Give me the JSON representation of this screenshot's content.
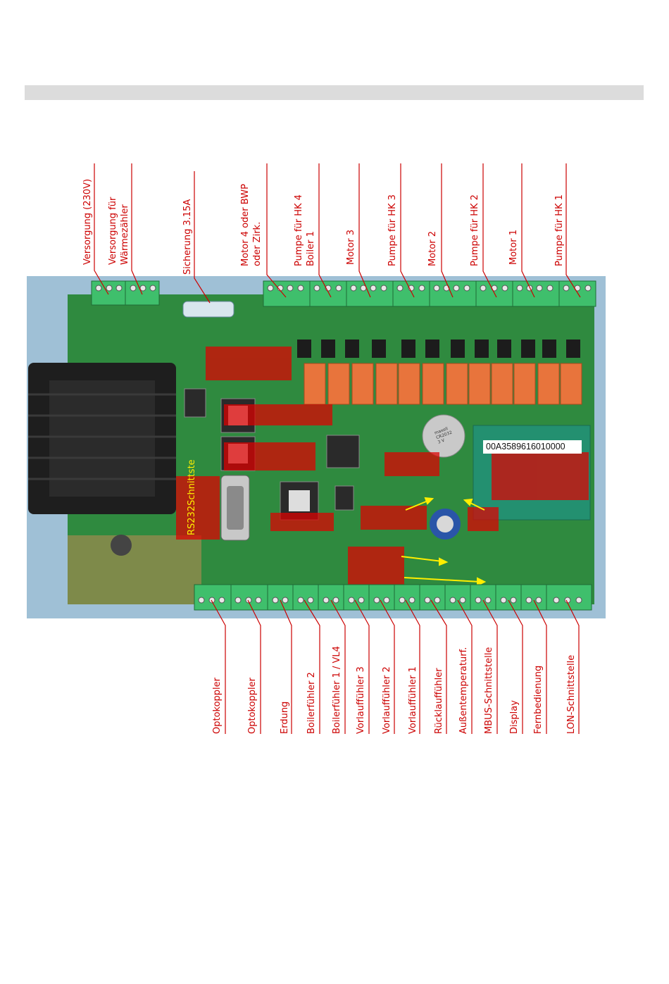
{
  "top_labels": [
    {
      "id": "versorgung-230v",
      "lines": [
        "Versorgung (230V)"
      ]
    },
    {
      "id": "versorgung-waermezaehler",
      "lines": [
        "Versorgung für",
        "Wärmezähler"
      ]
    },
    {
      "id": "sicherung",
      "lines": [
        "Sicherung 3.15A"
      ]
    },
    {
      "id": "motor4-bwp",
      "lines": [
        "Motor 4 oder BWP",
        "oder Zirk."
      ]
    },
    {
      "id": "pumpe-hk4-boiler1",
      "lines": [
        "Pumpe für HK 4",
        "Boiler 1"
      ]
    },
    {
      "id": "motor3",
      "lines": [
        "Motor 3"
      ]
    },
    {
      "id": "pumpe-hk3",
      "lines": [
        "Pumpe für HK 3"
      ]
    },
    {
      "id": "motor2",
      "lines": [
        "Motor 2"
      ]
    },
    {
      "id": "pumpe-hk2",
      "lines": [
        "Pumpe für HK 2"
      ]
    },
    {
      "id": "motor1",
      "lines": [
        "Motor 1"
      ]
    },
    {
      "id": "pumpe-hk1",
      "lines": [
        "Pumpe für HK 1"
      ]
    }
  ],
  "bottom_labels": [
    {
      "id": "optokoppler-1",
      "text": "Optokoppler"
    },
    {
      "id": "optokoppler-2",
      "text": "Optokoppler"
    },
    {
      "id": "erdung",
      "text": "Erdung"
    },
    {
      "id": "boilerfuehler-2",
      "text": "Boilerfühler 2"
    },
    {
      "id": "boilerfuehler-1-vl4",
      "text": "Boilerfühler 1 / VL4"
    },
    {
      "id": "vorlauffuehler-3",
      "text": "Vorlauffühler 3"
    },
    {
      "id": "vorlauffuehler-2",
      "text": "Vorlauffühler 2"
    },
    {
      "id": "vorlauffuehler-1",
      "text": "Vorlauffühler 1"
    },
    {
      "id": "ruecklauffuehler",
      "text": "Rücklauffühler"
    },
    {
      "id": "aussentemperaturf",
      "text": "Außentemperaturf."
    },
    {
      "id": "mbus-schnittstelle",
      "text": "MBUS-Schnittstelle"
    },
    {
      "id": "display",
      "text": "Display"
    },
    {
      "id": "fernbedienung",
      "text": "Fernbedienung"
    },
    {
      "id": "lon-schnittstelle",
      "text": "LON-Schnittstelle"
    }
  ],
  "rs232_label": {
    "line1": "RS232",
    "line2": "Schnittste"
  },
  "serial_number": "00A3589616010000",
  "battery": {
    "line1": "maxell",
    "line2": "CR2032",
    "line3": "3 V"
  },
  "colors": {
    "label_red": "#cc0000",
    "pcb_green": "#2e8a3e",
    "terminal_green": "#3db86a",
    "relay_orange": "#e8743c",
    "highlight_red": "#e00000",
    "arrow_yellow": "#ffee00"
  }
}
